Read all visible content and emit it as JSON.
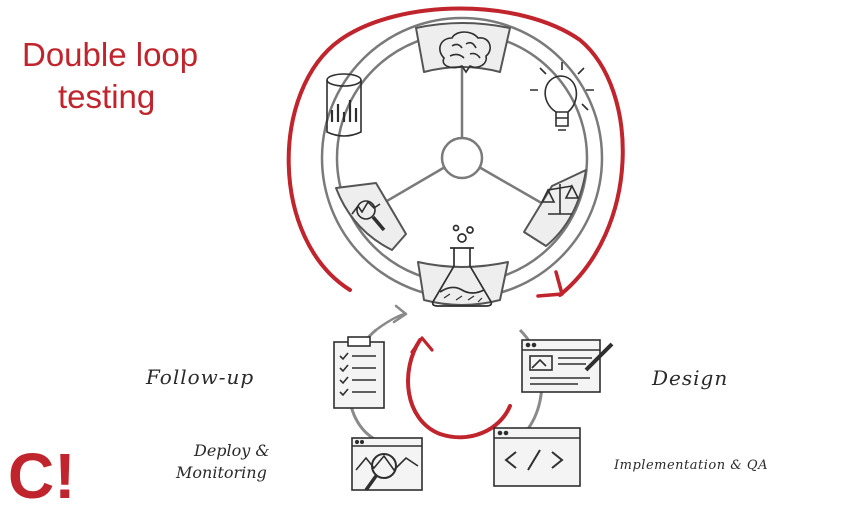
{
  "title": {
    "line1": "Double loop",
    "line2": "testing"
  },
  "labels": {
    "follow_up": "Follow-up",
    "design": "Design",
    "deploy_line1": "Deploy &",
    "deploy_line2": "Monitoring",
    "implementation": "Implementation & QA"
  },
  "logo": {
    "text": "C!"
  },
  "colors": {
    "accent": "#c0242c",
    "ink": "#2f2f2f",
    "wheel_rim": "#7a7a7a",
    "segment_fill": "#eeeeee"
  },
  "icons": {
    "outer_loop": [
      "brain-icon",
      "lightbulb-icon",
      "scales-icon",
      "flask-icon",
      "magnifier-chart-icon",
      "database-chart-icon"
    ],
    "inner_loop": [
      "checklist-icon",
      "design-window-icon",
      "code-window-icon",
      "monitoring-window-icon"
    ]
  }
}
